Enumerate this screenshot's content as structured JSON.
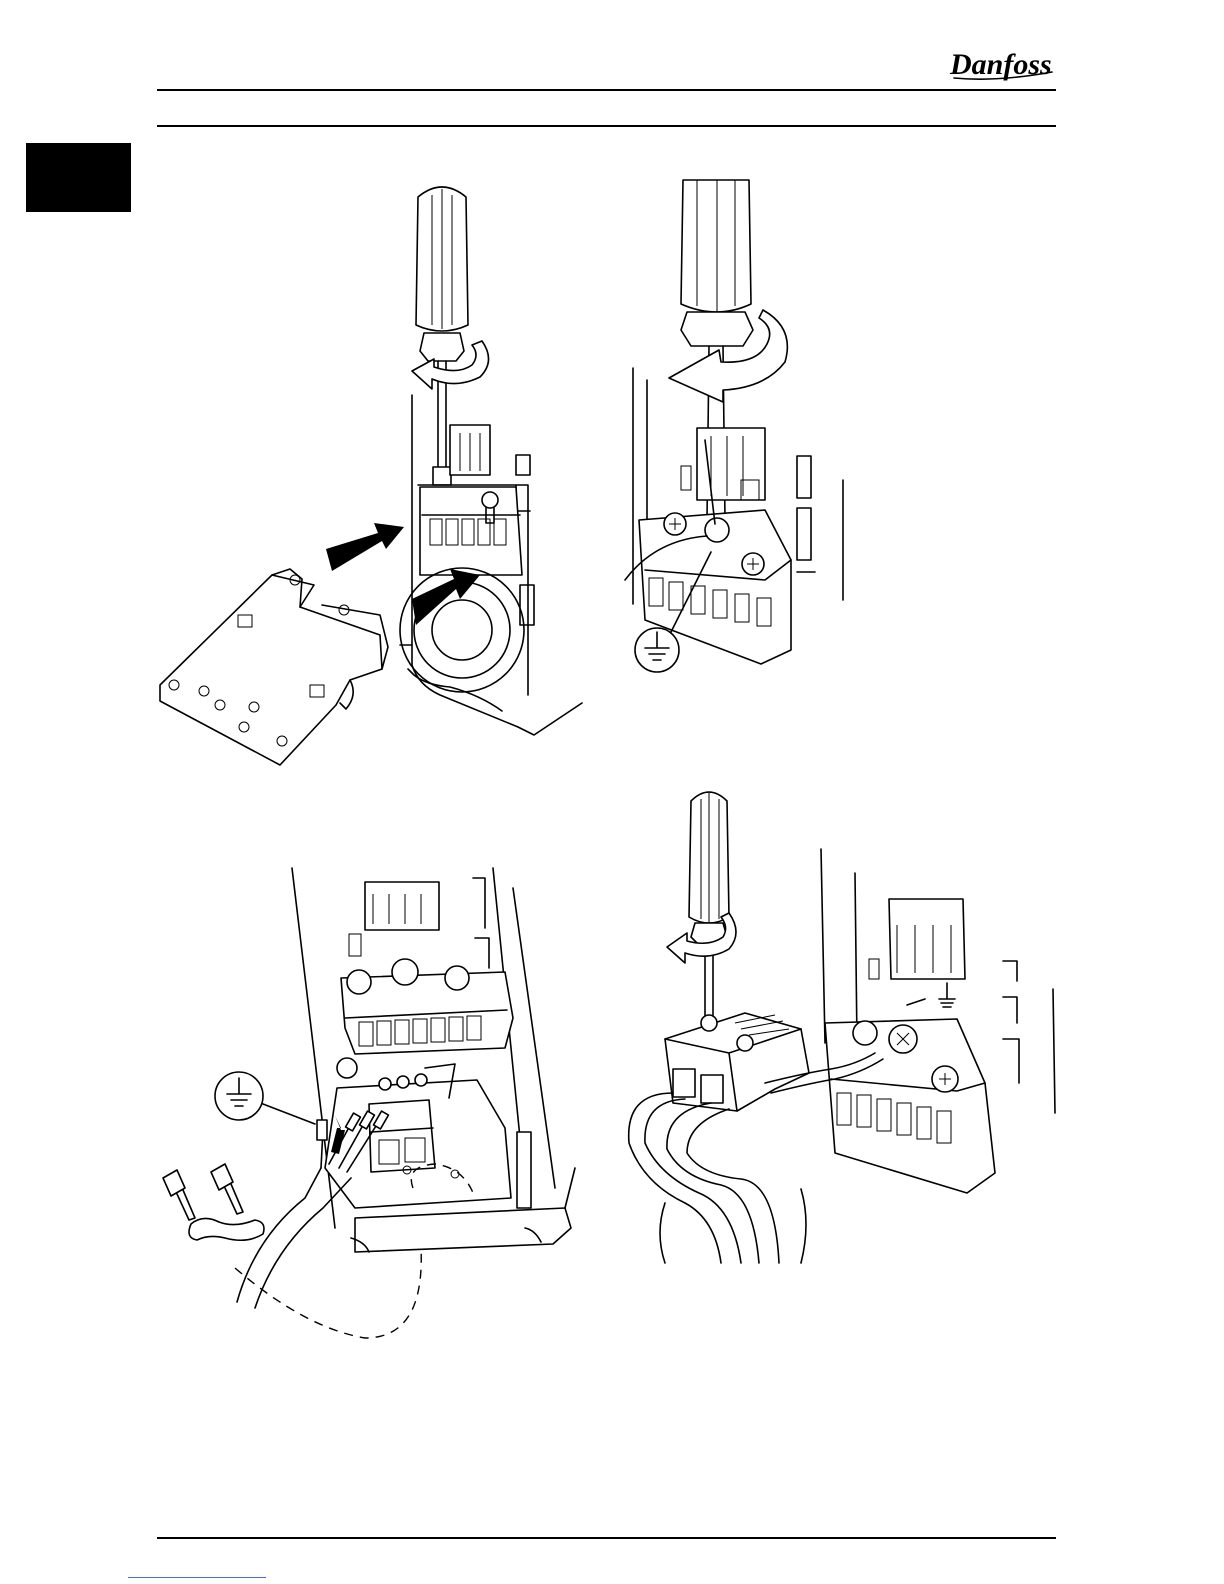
{
  "header": {
    "logo_text": "Danfoss"
  },
  "figures": [
    {
      "id": "fig-1",
      "description_name": "mount-mains-plate"
    },
    {
      "id": "fig-2",
      "description_name": "tighten-earth-wire"
    },
    {
      "id": "fig-3",
      "description_name": "connect-mains-wires"
    },
    {
      "id": "fig-4",
      "description_name": "tighten-mains-plug"
    }
  ],
  "colors": {
    "ink": "#000000",
    "link": "#4a6cd4"
  }
}
